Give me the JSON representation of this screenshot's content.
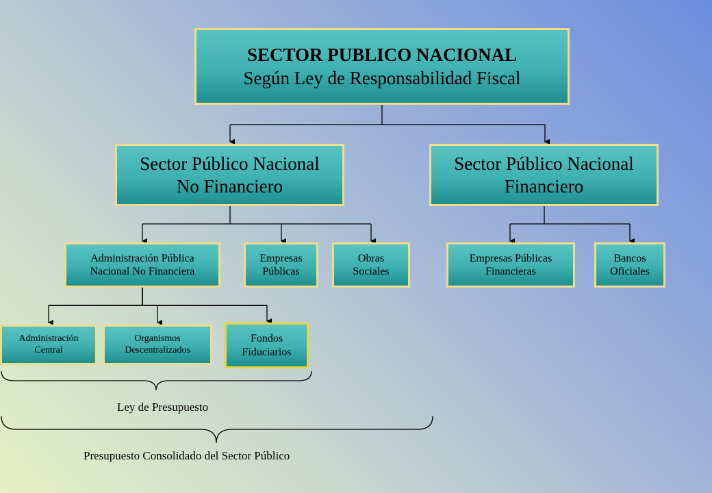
{
  "root": {
    "title": "SECTOR PUBLICO NACIONAL",
    "subtitle": "Según Ley de Responsabilidad Fiscal"
  },
  "level1": {
    "non_financial": {
      "line1": "Sector Público Nacional",
      "line2": "No Financiero"
    },
    "financial": {
      "line1": "Sector Público Nacional",
      "line2": "Financiero"
    }
  },
  "level2": {
    "admin_publica": {
      "line1": "Administración Pública",
      "line2": "Nacional No Financiera"
    },
    "empresas_publicas": {
      "line1": "Empresas",
      "line2": "Públicas"
    },
    "obras_sociales": {
      "line1": "Obras",
      "line2": "Sociales"
    },
    "empresas_financieras": {
      "line1": "Empresas Públicas",
      "line2": "Financieras"
    },
    "bancos_oficiales": {
      "line1": "Bancos",
      "line2": "Oficiales"
    }
  },
  "level3": {
    "admin_central": {
      "line1": "Administración",
      "line2": "Central"
    },
    "organismos": {
      "line1": "Organismos",
      "line2": "Descentralizados"
    },
    "fondos": {
      "line1": "Fondos",
      "line2": "Fiduciarios"
    }
  },
  "braces": {
    "ley_presupuesto": "Ley de Presupuesto",
    "presupuesto_consolidado": "Presupuesto Consolidado del Sector Público"
  },
  "colors": {
    "box_fill": "#3fb1b0",
    "box_border": "#f1dc8c",
    "highlight_border": "#e8d43a"
  }
}
